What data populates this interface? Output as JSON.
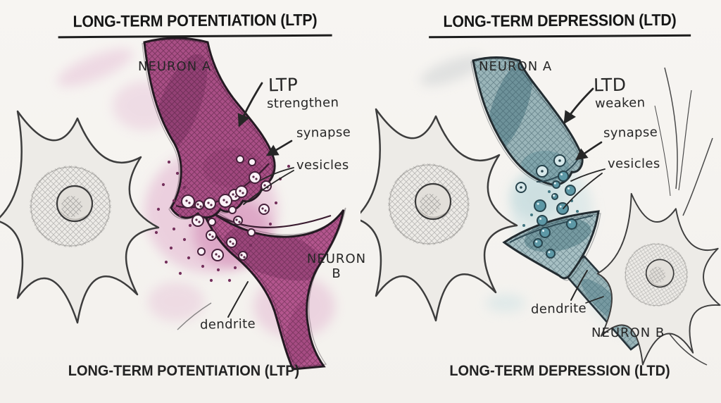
{
  "panels": [
    {
      "id": "ltp",
      "title": "LONG-TERM POTENTIATION (LTP)",
      "caption": "LONG-TERM POTENTIATION (LTP)",
      "neuron_a": "NEURON A",
      "neuron_b": "NEURON B",
      "process_abbr": "LTP",
      "process_effect": "strengthen",
      "synapse_label": "synapse",
      "vesicles_label": "vesicles",
      "dendrite_label": "dendrite",
      "accent": "#b0538c"
    },
    {
      "id": "ltd",
      "title": "LONG-TERM DEPRESSION (LTD)",
      "caption": "LONG-TERM DEPRESSION (LTD)",
      "neuron_a": "NEURON A",
      "neuron_b": "NEURON B",
      "process_abbr": "LTD",
      "process_effect": "weaken",
      "synapse_label": "synapse",
      "vesicles_label": "vesicles",
      "dendrite_label": "dendrite",
      "accent": "#7ba6ad"
    }
  ],
  "colors": {
    "paper": "#f6f4f0",
    "ink": "#2b2b2b",
    "ltp_main": "#a94f86",
    "ltp_dark": "#6d2a52",
    "ltp_wash": "#d98fbe",
    "ltd_main": "#9ab5b9",
    "ltd_dark": "#3a5f69",
    "ltd_wash": "#cfe2e4",
    "sketch_gray": "#3d3d3d"
  }
}
